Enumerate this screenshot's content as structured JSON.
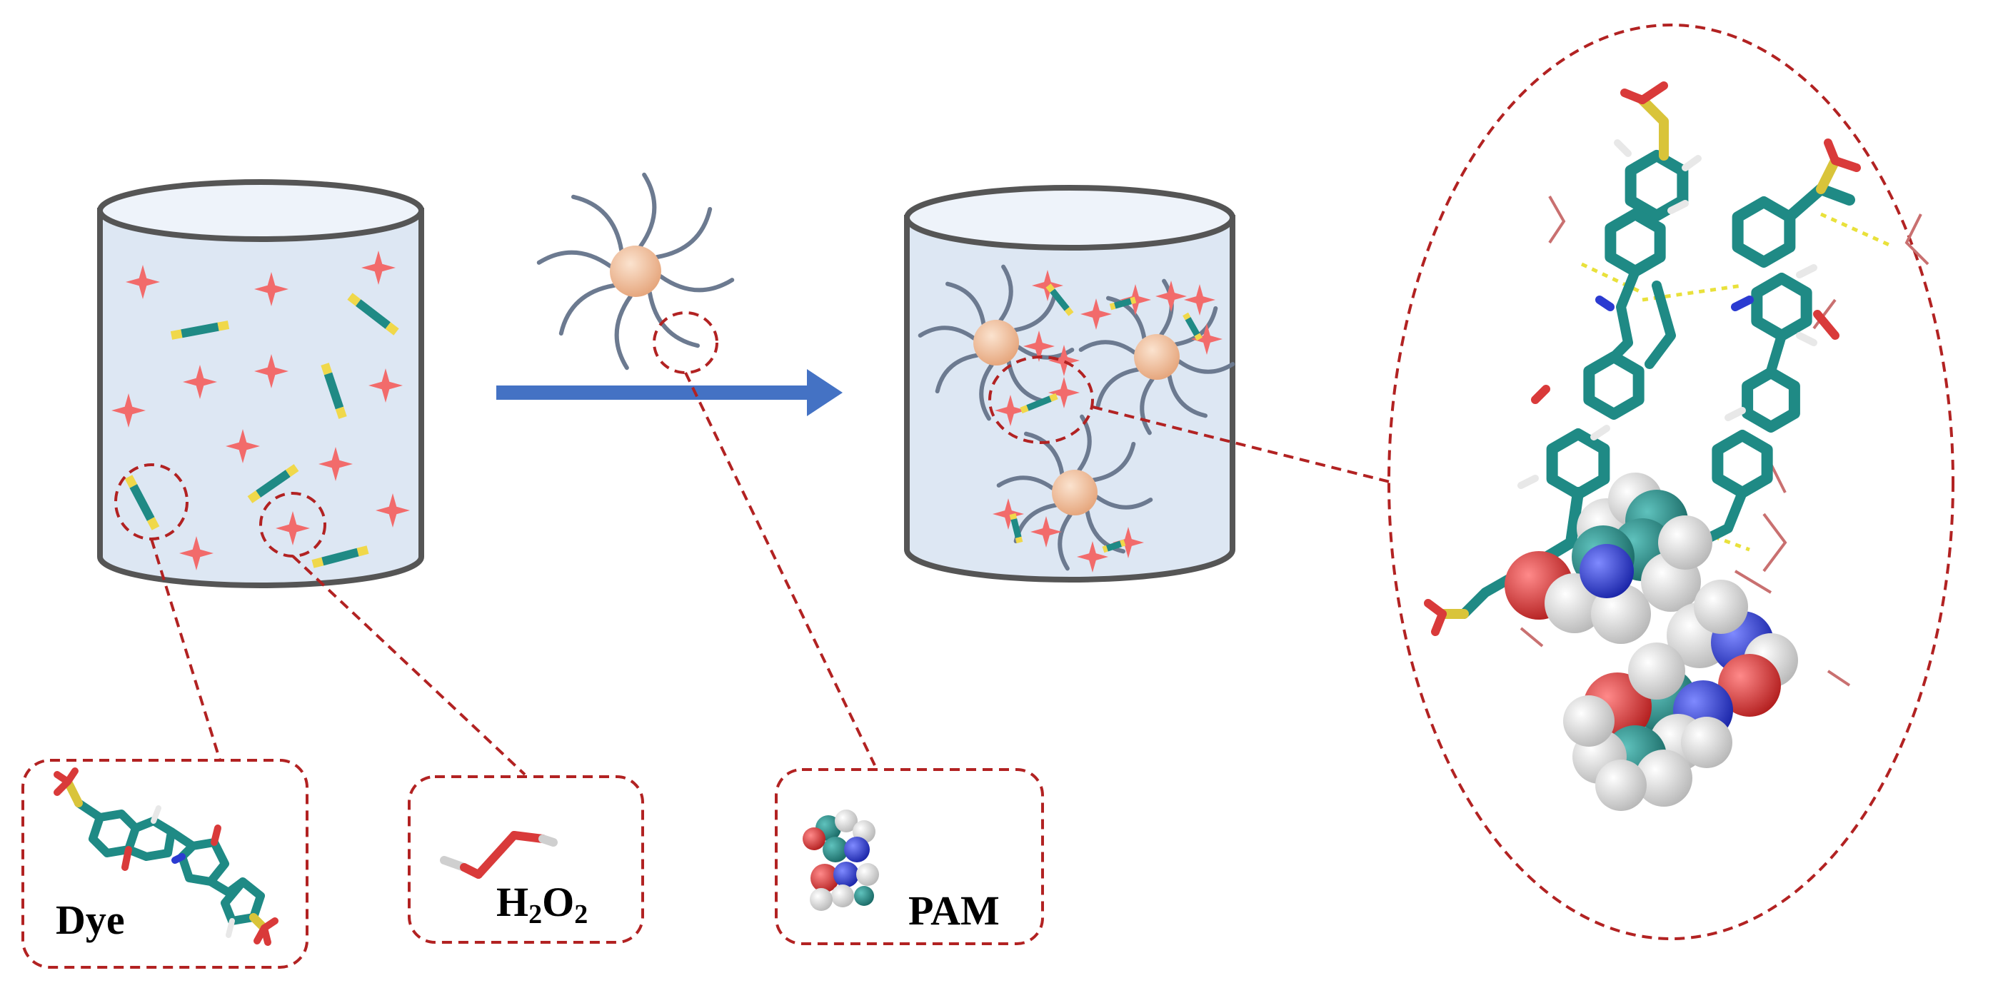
{
  "labels": {
    "dye": "Dye",
    "h2o2_h": "H",
    "h2o2_sub1": "2",
    "h2o2_o": "O",
    "h2o2_sub2": "2",
    "pam": "PAM"
  },
  "colors": {
    "tank_fill": "#dde7f3",
    "tank_stroke": "#555555",
    "star": "#f26b6b",
    "dye_body": "#1f8a85",
    "dye_end": "#f0d84a",
    "arrow": "#4472c4",
    "callout": "#b22222",
    "bead": "#f2c4a0",
    "chain": "#6c7a90",
    "atom_c": "#2f8f8a",
    "atom_o": "#d93a3a",
    "atom_n": "#2b3bd1",
    "atom_h": "#e8e8e8",
    "atom_s": "#d9c43a"
  },
  "icons": {
    "arrow": "right-arrow-icon",
    "nanoparticle": "pam-nanoparticle-icon",
    "h2o2_molecule": "h2o2-molecule-icon",
    "dye_molecule": "dye-molecule-icon",
    "pam_molecule": "pam-molecule-icon"
  }
}
